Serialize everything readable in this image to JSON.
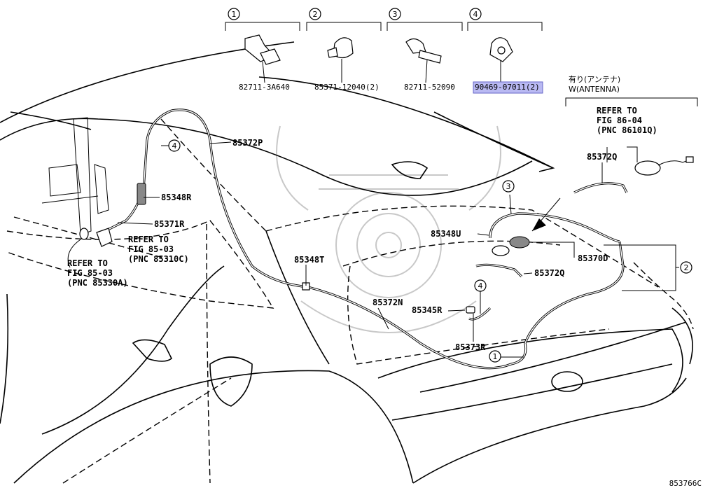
{
  "diagram_id": "853766C",
  "top_callouts": [
    {
      "num": "1",
      "part": "82711-3A640"
    },
    {
      "num": "2",
      "part": "85371-12040(2)"
    },
    {
      "num": "3",
      "part": "82711-52090"
    },
    {
      "num": "4",
      "part": "90469-07011(2)",
      "highlighted": true
    }
  ],
  "antenna_group": {
    "jp_label": "有り(アンテナ)",
    "en_label": "W(ANTENNA)",
    "refer": [
      "REFER TO",
      "FIG 86-04",
      "(PNC 86101Q)"
    ]
  },
  "part_labels": {
    "p85372P": "85372P",
    "p85348R": "85348R",
    "p85371R": "85371R",
    "p85348T": "85348T",
    "p85372N": "85372N",
    "p85345R": "85345R",
    "p85373R": "85373R",
    "p85348U": "85348U",
    "p85372Q_upper": "85372Q",
    "p85372Q_lower": "85372Q",
    "p85370D": "85370D"
  },
  "refer_left": [
    "REFER TO",
    "FIG 85-03",
    "(PNC 85330A)"
  ],
  "refer_mid": [
    "REFER TO",
    "FIG 85-03",
    "(PNC 85310C)"
  ],
  "callout_numbers": {
    "c4_upper": "4",
    "c3_body": "3",
    "c4_body": "4",
    "c1_body": "1",
    "c2_right": "2"
  },
  "colors": {
    "highlight": "#b9b9f2",
    "line": "#000000",
    "watermark": "#c8c8c8"
  }
}
